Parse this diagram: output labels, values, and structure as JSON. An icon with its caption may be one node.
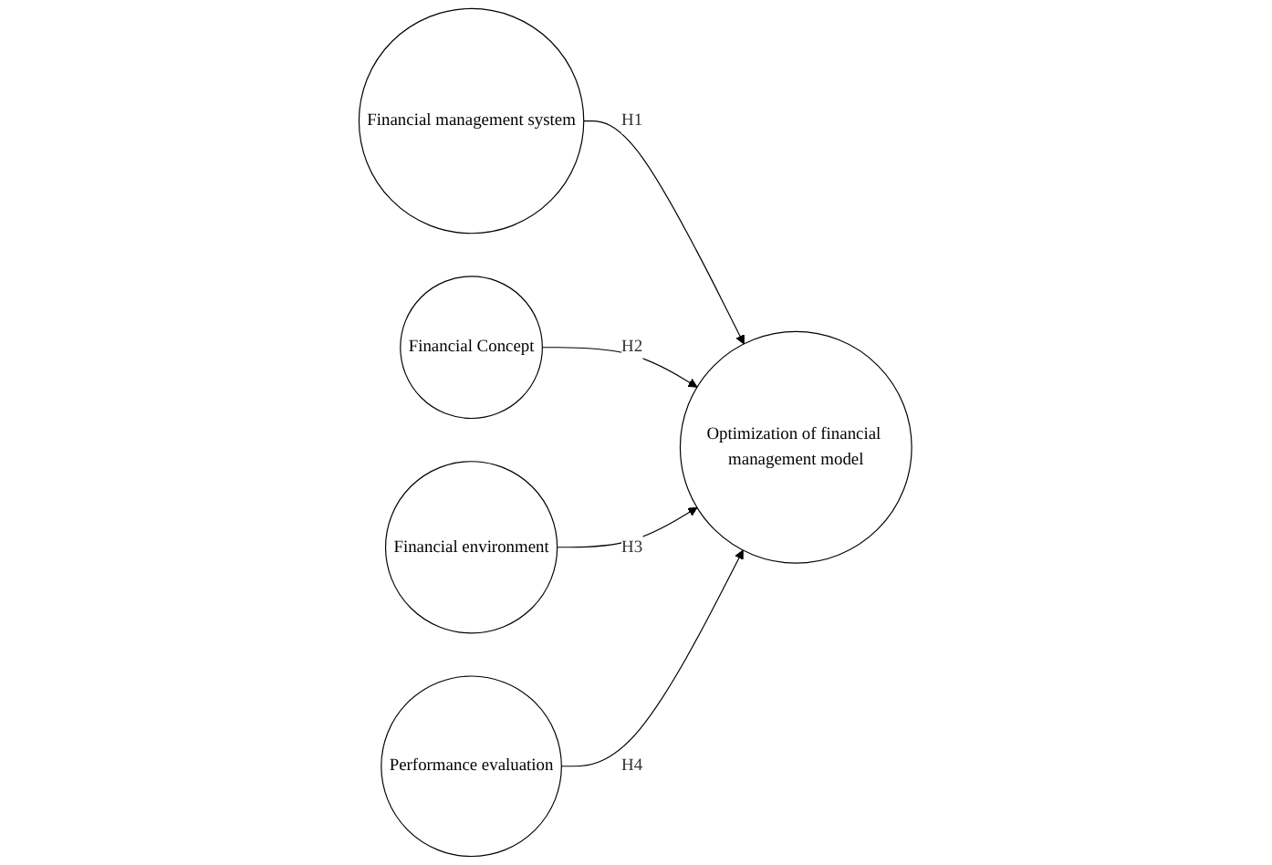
{
  "diagram": {
    "nodes": [
      {
        "text": [
          "Financial management system"
        ]
      },
      {
        "text": [
          "Financial Concept"
        ]
      },
      {
        "text": [
          "Optimization of financial management model"
        ]
      },
      {
        "text": [
          "Financial environment"
        ]
      },
      {
        "text": [
          "Performance evaluation"
        ]
      }
    ],
    "edges": [
      {
        "from": 0,
        "to": 2,
        "arrow": "to",
        "label": "H1"
      },
      {
        "from": 1,
        "to": 2,
        "arrow": "to",
        "label": "H2"
      },
      {
        "from": 3,
        "to": 2,
        "arrow": "to",
        "label": "H3"
      },
      {
        "from": 4,
        "to": 2,
        "arrow": "to",
        "label": "H4"
      }
    ]
  }
}
